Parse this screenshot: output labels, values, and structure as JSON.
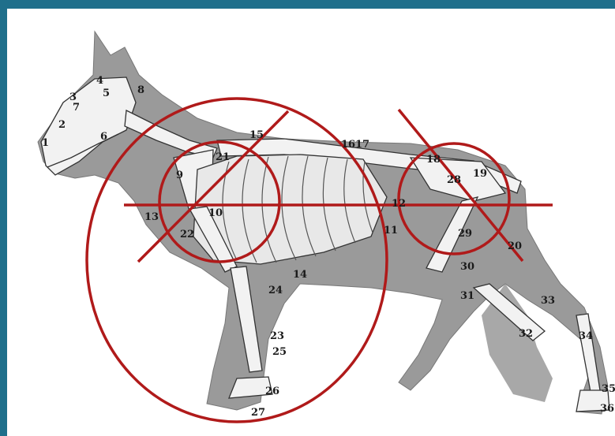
{
  "colors": {
    "frame": "#1f6f8b",
    "canvas": "#ffffff",
    "silhouette": "#9a9a9a",
    "bone": "#f2f2f2",
    "bone_outline": "#333333",
    "overlay": "#b01a1a",
    "label": "#1a1a1a"
  },
  "labels": [
    {
      "id": "l1",
      "text": "1"
    },
    {
      "id": "l2",
      "text": "2"
    },
    {
      "id": "l3",
      "text": "3"
    },
    {
      "id": "l4",
      "text": "4"
    },
    {
      "id": "l5",
      "text": "5"
    },
    {
      "id": "l6",
      "text": "6"
    },
    {
      "id": "l7",
      "text": "7"
    },
    {
      "id": "l8",
      "text": "8"
    },
    {
      "id": "l9",
      "text": "9"
    },
    {
      "id": "l10",
      "text": "10"
    },
    {
      "id": "l11",
      "text": "11"
    },
    {
      "id": "l12",
      "text": "12"
    },
    {
      "id": "l13",
      "text": "13"
    },
    {
      "id": "l14",
      "text": "14"
    },
    {
      "id": "l15",
      "text": "15"
    },
    {
      "id": "l16",
      "text": "16"
    },
    {
      "id": "l17",
      "text": "17"
    },
    {
      "id": "l18",
      "text": "18"
    },
    {
      "id": "l19",
      "text": "19"
    },
    {
      "id": "l20",
      "text": "20"
    },
    {
      "id": "l21",
      "text": "21"
    },
    {
      "id": "l22",
      "text": "22"
    },
    {
      "id": "l23",
      "text": "23"
    },
    {
      "id": "l24",
      "text": "24"
    },
    {
      "id": "l25",
      "text": "25"
    },
    {
      "id": "l26",
      "text": "26"
    },
    {
      "id": "l27",
      "text": "27"
    },
    {
      "id": "l28",
      "text": "28"
    },
    {
      "id": "l29",
      "text": "29"
    },
    {
      "id": "l30",
      "text": "30"
    },
    {
      "id": "l31",
      "text": "31"
    },
    {
      "id": "l32",
      "text": "32"
    },
    {
      "id": "l33",
      "text": "33"
    },
    {
      "id": "l34",
      "text": "34"
    },
    {
      "id": "l35",
      "text": "35"
    },
    {
      "id": "l36",
      "text": "36"
    }
  ],
  "icons": {
    "subject": "dog-skeleton-icon",
    "overlay": "red-circle-cross-marks"
  }
}
